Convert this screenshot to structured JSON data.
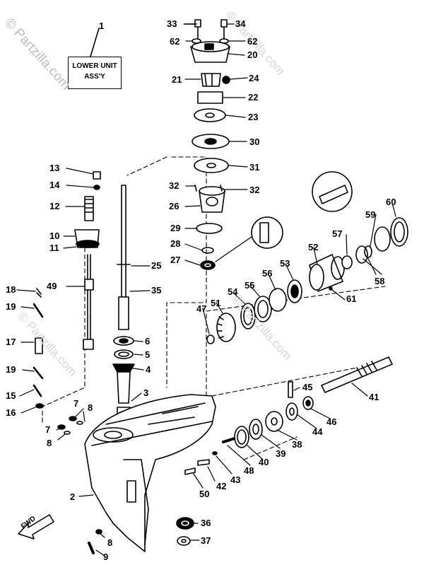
{
  "watermarks": {
    "main": "© Partzilla.com",
    "mid": "© Partzilla.com",
    "top_right": "© Partzilla.com",
    "lower": "© Partzilla.com"
  },
  "label_plate": {
    "line1": "LOWER UNIT",
    "line2": "ASS'Y"
  },
  "fwd_arrow_text": "FWD",
  "callouts": [
    {
      "id": "33",
      "text": "33"
    },
    {
      "id": "34",
      "text": "34"
    },
    {
      "id": "62a",
      "text": "62"
    },
    {
      "id": "62b",
      "text": "62"
    },
    {
      "id": "20",
      "text": "20"
    },
    {
      "id": "21",
      "text": "21"
    },
    {
      "id": "24",
      "text": "24"
    },
    {
      "id": "22",
      "text": "22"
    },
    {
      "id": "23",
      "text": "23"
    },
    {
      "id": "30",
      "text": "30"
    },
    {
      "id": "31",
      "text": "31"
    },
    {
      "id": "1",
      "text": "1"
    },
    {
      "id": "13",
      "text": "13"
    },
    {
      "id": "14",
      "text": "14"
    },
    {
      "id": "12",
      "text": "12"
    },
    {
      "id": "10",
      "text": "10"
    },
    {
      "id": "11",
      "text": "11"
    },
    {
      "id": "32a",
      "text": "32"
    },
    {
      "id": "32b",
      "text": "32"
    },
    {
      "id": "26",
      "text": "26"
    },
    {
      "id": "29",
      "text": "29"
    },
    {
      "id": "28",
      "text": "28"
    },
    {
      "id": "27",
      "text": "27"
    },
    {
      "id": "25",
      "text": "25"
    },
    {
      "id": "35",
      "text": "35"
    },
    {
      "id": "49",
      "text": "49"
    },
    {
      "id": "18",
      "text": "18"
    },
    {
      "id": "19a",
      "text": "19"
    },
    {
      "id": "17",
      "text": "17"
    },
    {
      "id": "19b",
      "text": "19"
    },
    {
      "id": "15",
      "text": "15"
    },
    {
      "id": "16",
      "text": "16"
    },
    {
      "id": "6",
      "text": "6"
    },
    {
      "id": "5",
      "text": "5"
    },
    {
      "id": "4",
      "text": "4"
    },
    {
      "id": "3",
      "text": "3"
    },
    {
      "id": "7a",
      "text": "7"
    },
    {
      "id": "8a",
      "text": "8"
    },
    {
      "id": "7b",
      "text": "7"
    },
    {
      "id": "8b",
      "text": "8"
    },
    {
      "id": "2",
      "text": "2"
    },
    {
      "id": "8c",
      "text": "8"
    },
    {
      "id": "9",
      "text": "9"
    },
    {
      "id": "36",
      "text": "36"
    },
    {
      "id": "37",
      "text": "37"
    },
    {
      "id": "50",
      "text": "50"
    },
    {
      "id": "42",
      "text": "42"
    },
    {
      "id": "43",
      "text": "43"
    },
    {
      "id": "48",
      "text": "48"
    },
    {
      "id": "40",
      "text": "40"
    },
    {
      "id": "39",
      "text": "39"
    },
    {
      "id": "38",
      "text": "38"
    },
    {
      "id": "44",
      "text": "44"
    },
    {
      "id": "46",
      "text": "46"
    },
    {
      "id": "45",
      "text": "45"
    },
    {
      "id": "41",
      "text": "41"
    },
    {
      "id": "47",
      "text": "47"
    },
    {
      "id": "51",
      "text": "51"
    },
    {
      "id": "54",
      "text": "54"
    },
    {
      "id": "55",
      "text": "55"
    },
    {
      "id": "56",
      "text": "56"
    },
    {
      "id": "53",
      "text": "53"
    },
    {
      "id": "52",
      "text": "52"
    },
    {
      "id": "57",
      "text": "57"
    },
    {
      "id": "59",
      "text": "59"
    },
    {
      "id": "60",
      "text": "60"
    },
    {
      "id": "58",
      "text": "58"
    },
    {
      "id": "61",
      "text": "61"
    }
  ]
}
